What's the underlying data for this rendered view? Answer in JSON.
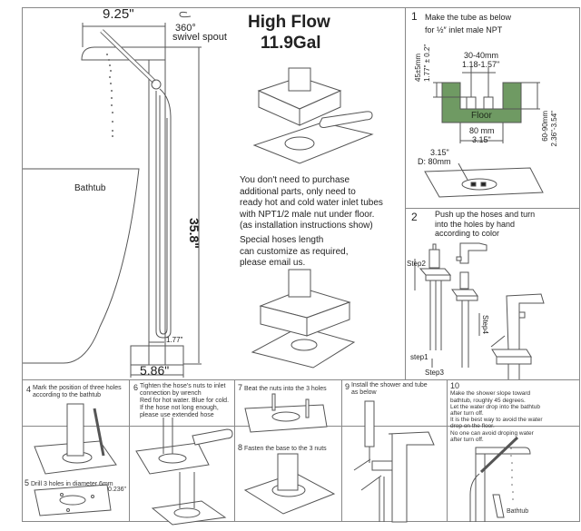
{
  "main": {
    "dim_width": "9.25\"",
    "swivel_label_1": "360°",
    "swivel_label_2": "swivel spout",
    "dim_height": "35.8\"",
    "bathtub_label": "Bathtub",
    "dim_gap": "1.77\"",
    "dim_base": "5.86\""
  },
  "headline": {
    "line1": "High Flow",
    "line2": "11.9Gal"
  },
  "info": {
    "paragraph1": "You don't need to purchase\nadditional parts, only need to\nready hot and cold water inlet tubes\nwith NPT1/2 male nut under floor.\n(as installation instructions show)",
    "paragraph2": "Special hoses length\ncan customize as required,\nplease email us."
  },
  "step1": {
    "number": "1",
    "text_line1": "Make the tube as below",
    "text_line2_prefix": "for",
    "text_line2_fraction": "½″",
    "text_line2_suffix": "inlet male NPT",
    "dim_tube_spacing_mm": "30-40mm",
    "dim_tube_spacing_in": "1.18-1.57\"",
    "dim_protrude_mm": "45±5mm",
    "dim_protrude_in": "1.77\" ± 0.2\"",
    "floor_label": "Floor",
    "dim_hole_mm": "80 mm",
    "dim_hole_in": "3.15\"",
    "dim_depth_mm": "60-90mm",
    "dim_depth_in": "2.36\"-3.54\"",
    "diameter_in": "3.15\"",
    "diameter_mm": "D: 80mm",
    "floor_color": "#6f9a63"
  },
  "step2": {
    "number": "2",
    "text": "Push up the hoses and turn\ninto the holes by hand\naccording to color",
    "label_step1": "step1",
    "label_step2": "Step2",
    "label_step3": "Step3",
    "label_step4": "Step4"
  },
  "bottom_steps": [
    {
      "number": "4",
      "text": "Mark the position of three holes\naccording to the bathtub"
    },
    {
      "number": "5",
      "text": "Drill 3 holes in diameter 6mm",
      "note": "0.236\""
    },
    {
      "number": "6",
      "text": "Tighten the hose's nuts to inlet\nconnection by wrench\nRed for hot water. Blue for cold.\nIf the hose not long enough,\nplease use extended hose"
    },
    {
      "number": "7",
      "text": "Beat the nuts into the 3 holes"
    },
    {
      "number": "8",
      "text": "Fasten the base to the 3 nuts"
    },
    {
      "number": "9",
      "text": "Install the shower and tube\nas below"
    },
    {
      "number": "10",
      "text": "Make the shower slope toward\nbathtub, roughly 45 degrees.\nLet the water drop into the bathtub\nafter turn off.\nIt is the best way to avoid the water\ndrop on the floor.\nNo one can avoid droping water\nafter turn off.",
      "bathtub_label": "Bathtub"
    }
  ]
}
